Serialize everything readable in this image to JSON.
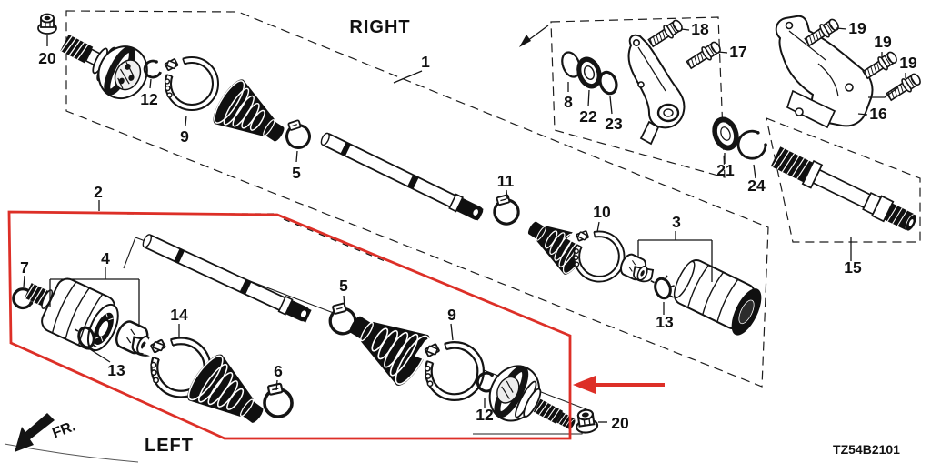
{
  "diagram": {
    "right_section_label": "RIGHT",
    "left_section_label": "LEFT",
    "front_direction_label": "FR.",
    "diagram_code": "TZ54B2101",
    "highlight_color": "#dd2f27",
    "line_color": "#141414",
    "icons": {
      "front_direction": "fr-direction-arrow",
      "highlight_pointer": "red-highlight-arrow"
    }
  },
  "part_labels": [
    {
      "id": "20-top",
      "text": "20"
    },
    {
      "id": "12-top",
      "text": "12"
    },
    {
      "id": "9-top",
      "text": "9"
    },
    {
      "id": "5-top",
      "text": "5"
    },
    {
      "id": "1",
      "text": "1"
    },
    {
      "id": "11",
      "text": "11"
    },
    {
      "id": "8",
      "text": "8"
    },
    {
      "id": "22",
      "text": "22"
    },
    {
      "id": "23",
      "text": "23"
    },
    {
      "id": "18",
      "text": "18"
    },
    {
      "id": "17",
      "text": "17"
    },
    {
      "id": "19-a",
      "text": "19"
    },
    {
      "id": "19-b",
      "text": "19"
    },
    {
      "id": "19-c",
      "text": "19"
    },
    {
      "id": "16",
      "text": "16"
    },
    {
      "id": "21",
      "text": "21"
    },
    {
      "id": "24",
      "text": "24"
    },
    {
      "id": "15",
      "text": "15"
    },
    {
      "id": "10",
      "text": "10"
    },
    {
      "id": "3",
      "text": "3"
    },
    {
      "id": "13-right",
      "text": "13"
    },
    {
      "id": "2",
      "text": "2"
    },
    {
      "id": "7",
      "text": "7"
    },
    {
      "id": "4",
      "text": "4"
    },
    {
      "id": "13-left",
      "text": "13"
    },
    {
      "id": "14",
      "text": "14"
    },
    {
      "id": "6",
      "text": "6"
    },
    {
      "id": "5-left",
      "text": "5"
    },
    {
      "id": "9-left",
      "text": "9"
    },
    {
      "id": "12-left",
      "text": "12"
    },
    {
      "id": "20-left",
      "text": "20"
    }
  ]
}
